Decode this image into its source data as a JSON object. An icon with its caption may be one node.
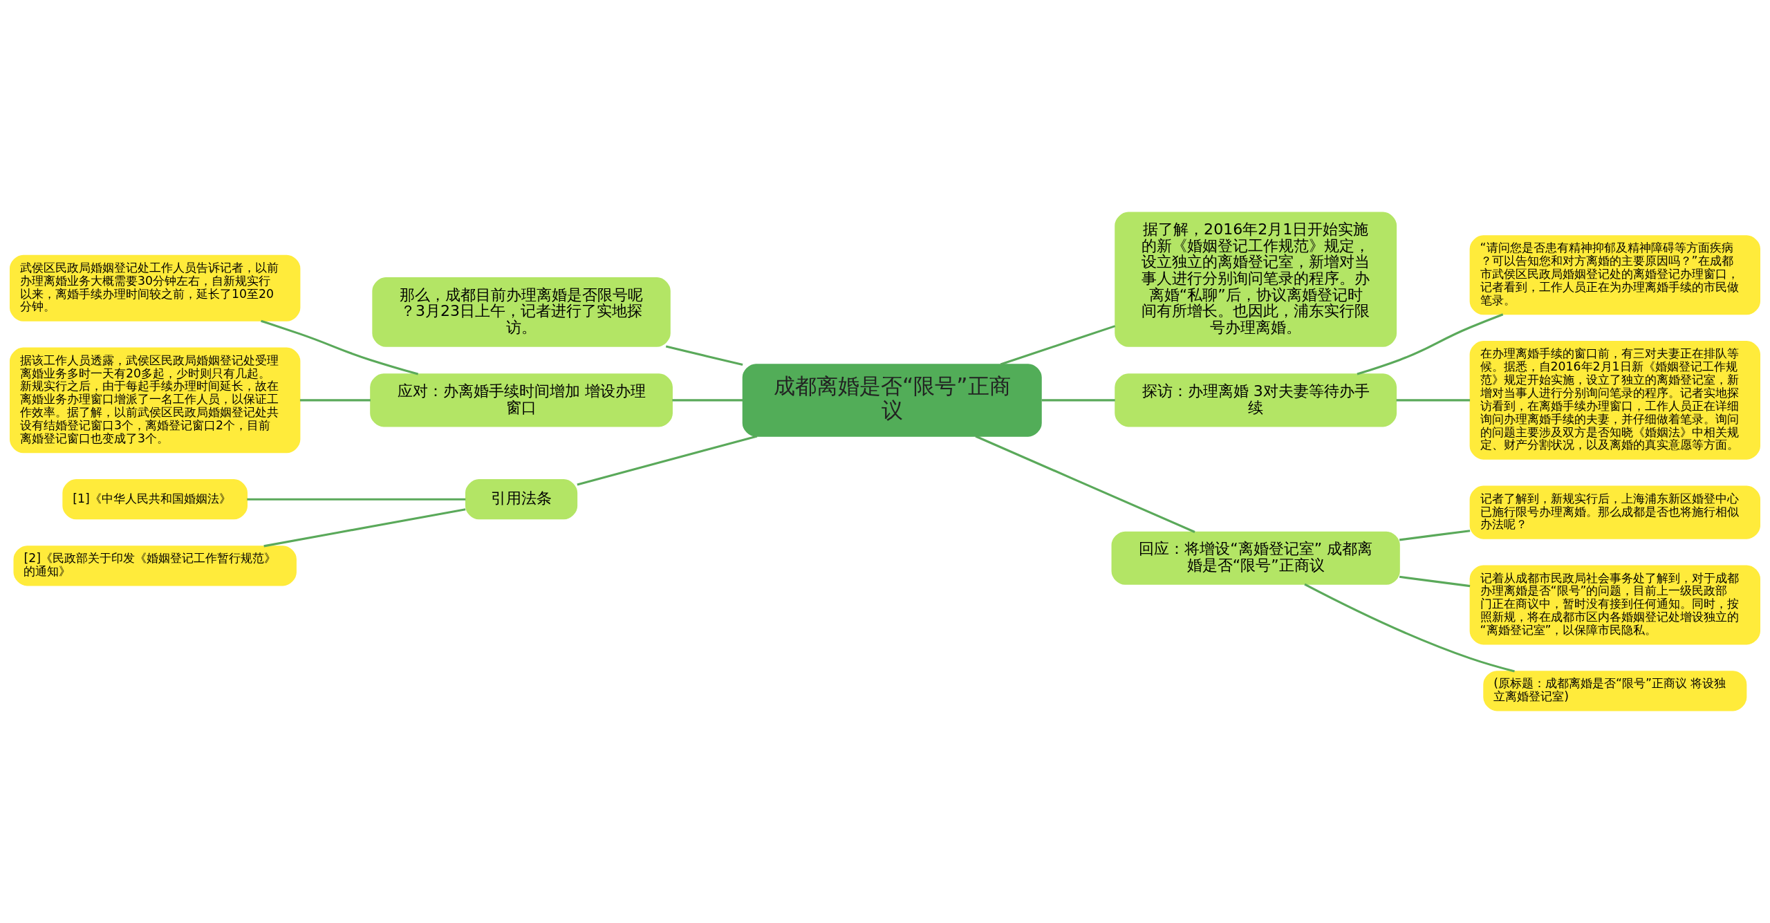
{
  "diagram": {
    "nodes": [
      {
        "text": [
          "成都离婚是否“限号”正商议"
        ]
      },
      {
        "text": [
          "那么，成都目前办理离婚是否限号呢？3月23日上午，记者进行了实地探访。"
        ]
      },
      {
        "text": [
          "应对：办离婚手续时间增加 增设办理窗口"
        ]
      },
      {
        "text": [
          "武侯区民政局婚姻登记处工作人员告诉记者，以前办理离婚业务大概需要30分钟左右，自新规实行以来，离婚手续办理时间较之前，延长了10至20分钟。"
        ]
      },
      {
        "text": [
          "据该工作人员透露，武侯区民政局婚姻登记处受理离婚业务多时一天有20多起，少时则只有几起。新规实行之后，由于每起手续办理时间延长，故在离婚业务办理窗口增派了一名工作人员，以保证工作效率。据了解，以前武侯区民政局婚姻登记处共设有结婚登记窗口3个，离婚登记窗口2个，目前离婚登记窗口也变成了3个。"
        ]
      },
      {
        "text": [
          "引用法条"
        ]
      },
      {
        "text": [
          "[1]《中华人民共和国婚姻法》"
        ]
      },
      {
        "text": [
          "[2]《民政部关于印发《婚姻登记工作暂行规范》的通知》"
        ]
      },
      {
        "text": [
          "据了解，2016年2月1日开始实施的新《婚姻登记工作规范》规定，设立独立的离婚登记室，新增对当事人进行分别询问笔录的程序。办离婚“私聊”后，协议离婚登记时间有所增长。也因此，浦东实行限号办理离婚。"
        ]
      },
      {
        "text": [
          "探访：办理离婚 3对夫妻等待办手续"
        ]
      },
      {
        "text": [
          "“请问您是否患有精神抑郁及精神障碍等方面疾病？可以告知您和对方离婚的主要原因吗？”在成都市武侯区民政局婚姻登记处的离婚登记办理窗口，记者看到，工作人员正在为办理离婚手续的市民做笔录。"
        ]
      },
      {
        "text": [
          "在办理离婚手续的窗口前，有三对夫妻正在排队等候。据悉，自2016年2月1日新《婚姻登记工作规范》规定开始实施，设立了独立的离婚登记室，新增对当事人进行分别询问笔录的程序。记者实地探访看到，在离婚手续办理窗口，工作人员正在详细询问办理离婚手续的夫妻，并仔细做着笔录。询问的问题主要涉及双方是否知晓《婚姻法》中相关规定、财产分割状况，以及离婚的真实意愿等方面。"
        ]
      },
      {
        "text": [
          "回应：将增设“离婚登记室” 成都离婚是否“限号”正商议"
        ]
      },
      {
        "text": [
          "记者了解到，新规实行后，上海浦东新区婚登中心已施行限号办理离婚。那么成都是否也将施行相似办法呢？"
        ]
      },
      {
        "text": [
          "记着从成都市民政局社会事务处了解到，对于成都办理离婚是否“限号”的问题，目前上一级民政部门正在商议中，暂时没有接到任何通知。同时，按照新规，将在成都市区内各婚姻登记处增设独立的“离婚登记室”，以保障市民隐私。"
        ]
      },
      {
        "text": [
          "(原标题：成都离婚是否“限号”正商议 将设独立离婚登记室)"
        ]
      }
    ],
    "edges": [
      {
        "from": 0,
        "to": 1,
        "arrow": "none"
      },
      {
        "from": 0,
        "to": 2,
        "arrow": "none"
      },
      {
        "from": 2,
        "to": 3,
        "arrow": "none"
      },
      {
        "from": 2,
        "to": 4,
        "arrow": "none"
      },
      {
        "from": 0,
        "to": 5,
        "arrow": "none"
      },
      {
        "from": 5,
        "to": 6,
        "arrow": "none"
      },
      {
        "from": 5,
        "to": 7,
        "arrow": "none"
      },
      {
        "from": 0,
        "to": 8,
        "arrow": "none"
      },
      {
        "from": 0,
        "to": 9,
        "arrow": "none"
      },
      {
        "from": 9,
        "to": 10,
        "arrow": "none"
      },
      {
        "from": 9,
        "to": 11,
        "arrow": "none"
      },
      {
        "from": 0,
        "to": 12,
        "arrow": "none"
      },
      {
        "from": 12,
        "to": 13,
        "arrow": "none"
      },
      {
        "from": 12,
        "to": 14,
        "arrow": "none"
      },
      {
        "from": 12,
        "to": 15,
        "arrow": "none"
      }
    ]
  }
}
